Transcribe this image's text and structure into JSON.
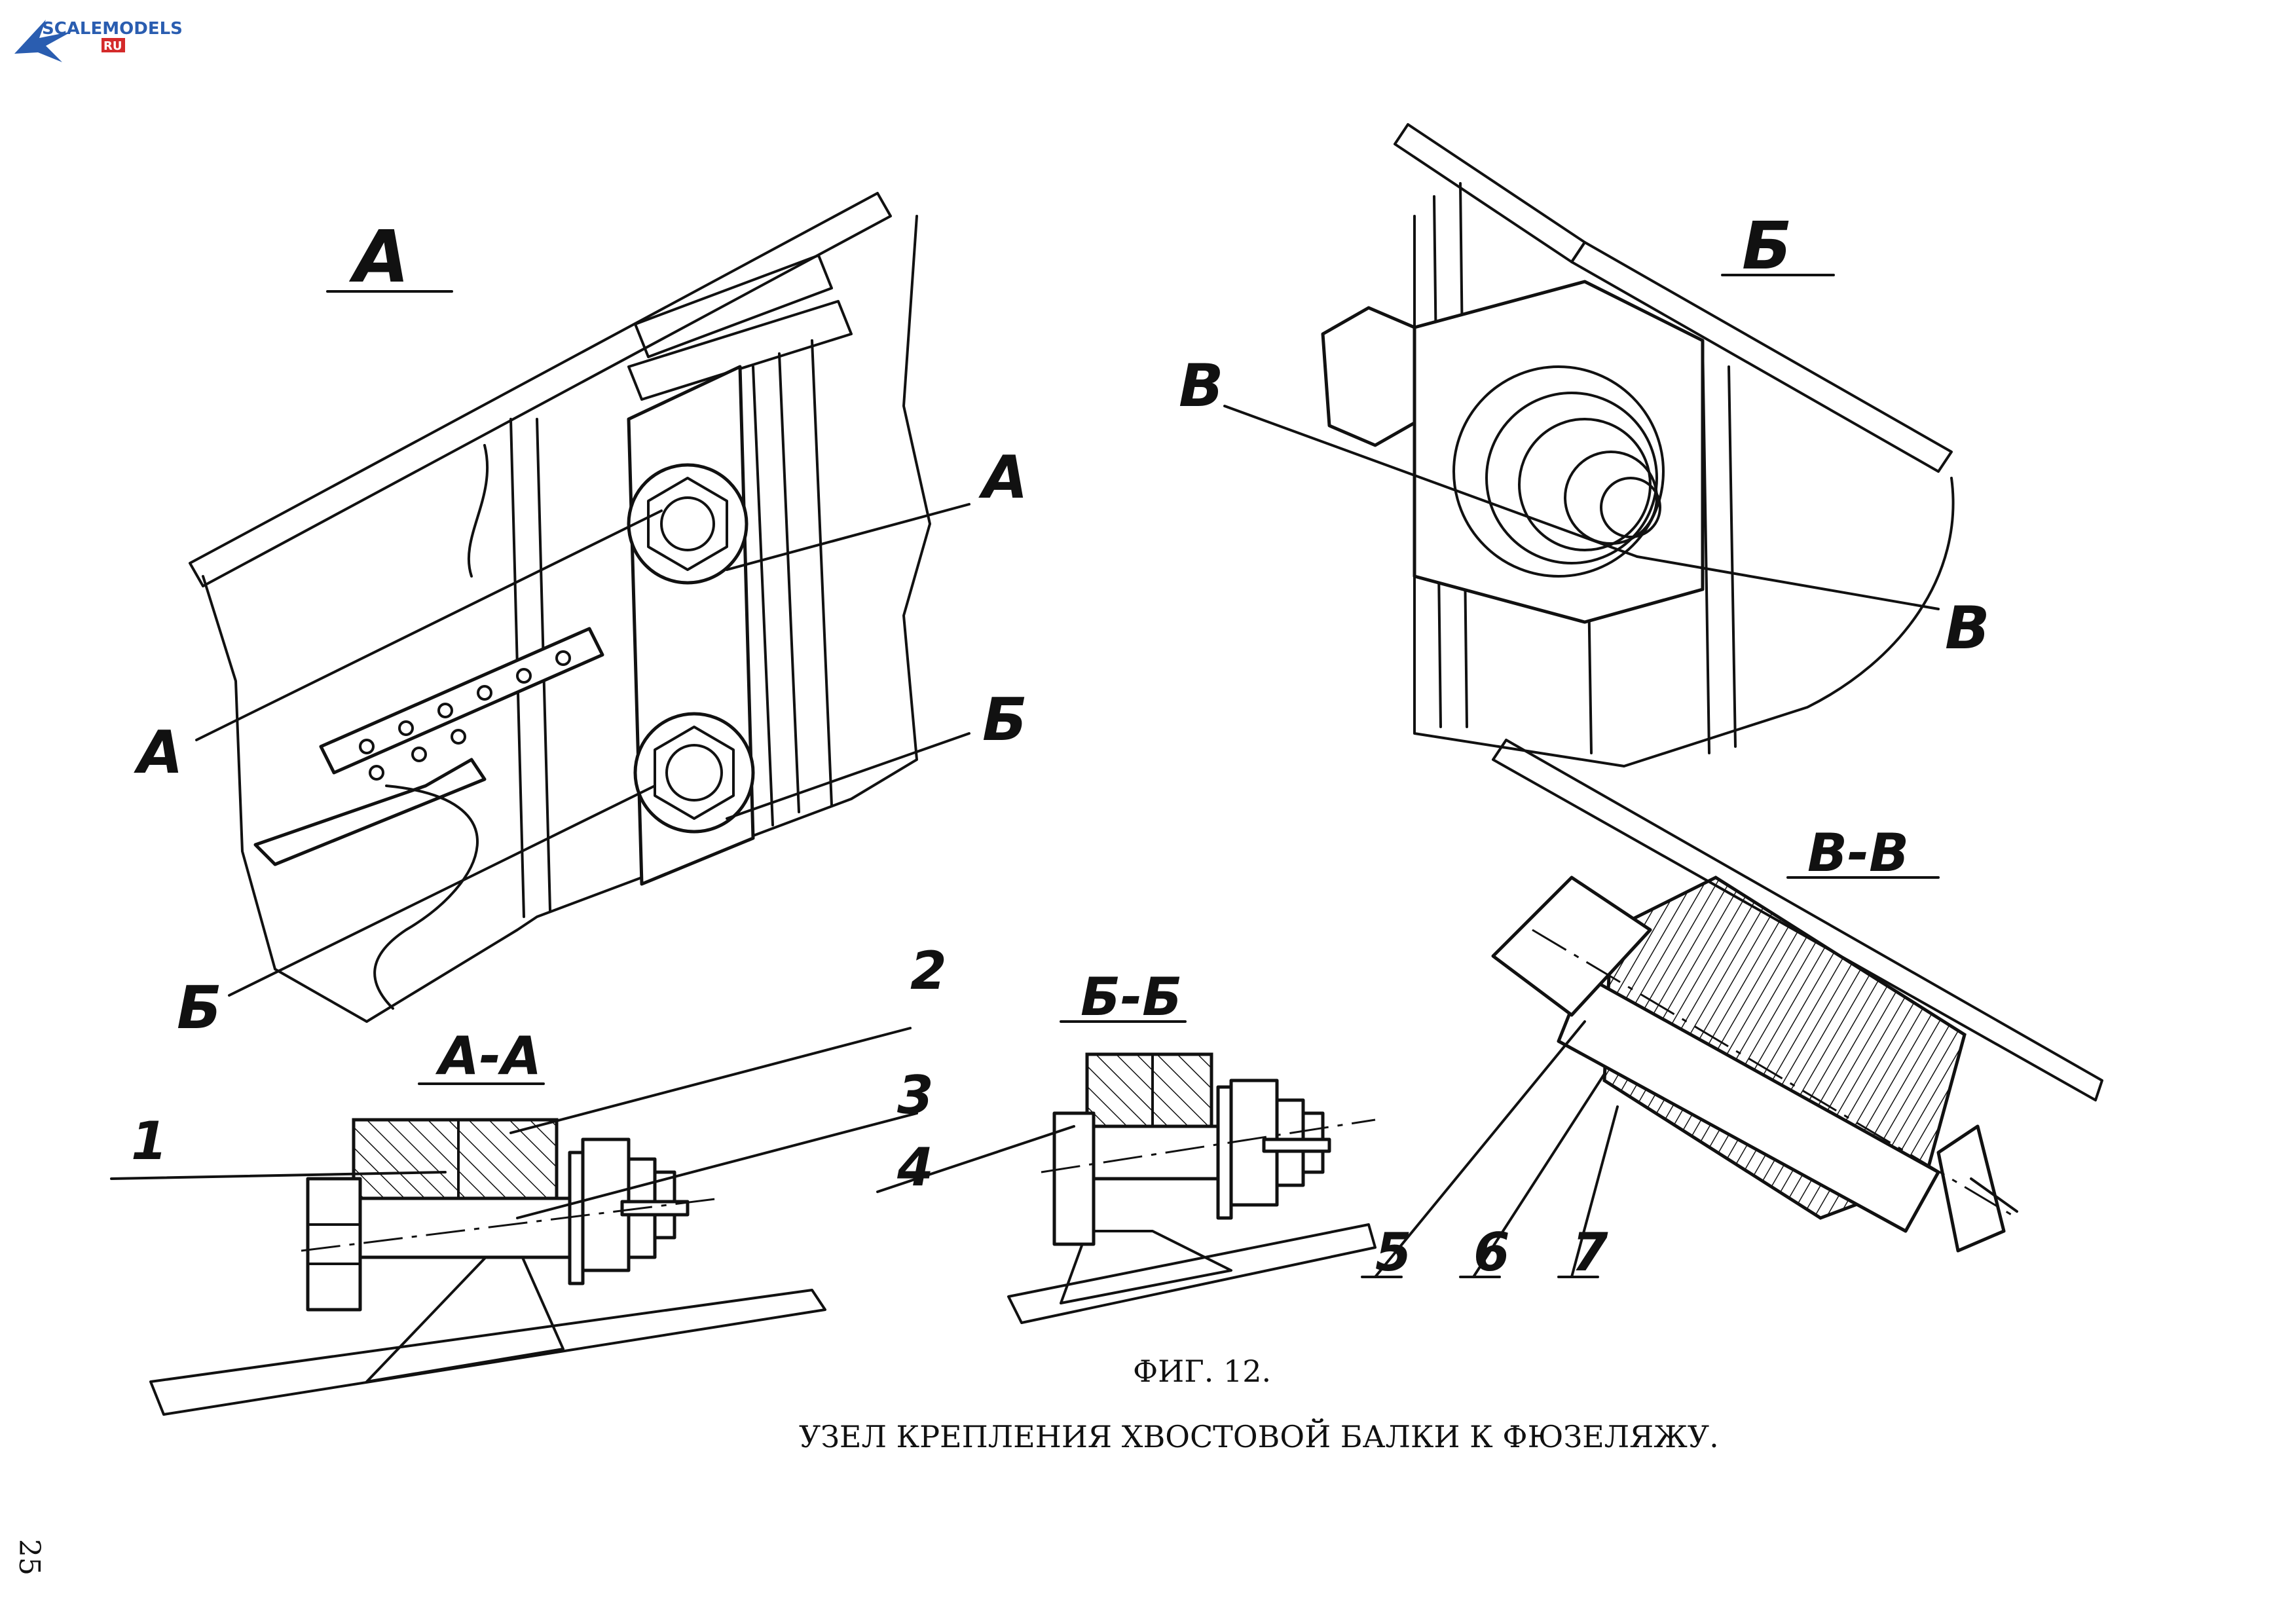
{
  "logo": {
    "text": "SCALEMODELS",
    "suffix": "RU"
  },
  "views": {
    "view_a": {
      "title": "А",
      "callout_a": "А",
      "callout_a2": "А",
      "callout_b": "Б",
      "callout_b2": "Б"
    },
    "view_b": {
      "title": "Б",
      "callout_v": "В",
      "callout_v2": "В"
    },
    "section_aa": {
      "title": "А-А",
      "part_1": "1",
      "part_2": "2",
      "part_3": "3"
    },
    "section_bb": {
      "title": "Б-Б",
      "part_4": "4"
    },
    "section_vv": {
      "title": "В-В",
      "part_5": "5",
      "part_6": "6",
      "part_7": "7"
    }
  },
  "caption": {
    "figure": "ФИГ. 12.",
    "title": "УЗЕЛ КРЕПЛЕНИЯ ХВОСТОВОЙ БАЛКИ К ФЮЗЕЛЯЖУ."
  },
  "page_number": "25",
  "colors": {
    "ink": "#111111",
    "paper": "#ffffff",
    "logo_blue": "#2a5db0",
    "logo_red": "#d42a2a"
  }
}
